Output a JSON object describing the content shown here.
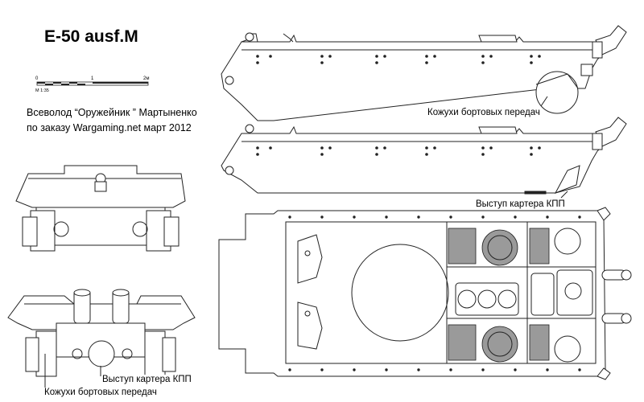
{
  "title": "E-50 ausf.M",
  "credits": {
    "line1": "Всеволод “Оружейник ” Мартыненко",
    "line2": "по заказу Wargaming.net март 2012"
  },
  "scale": {
    "tick_0": "0",
    "tick_1": "1",
    "tick_2": "2м",
    "ratio": "М 1:35"
  },
  "labels": {
    "side_final_drive_covers": "Кожухи бортовых передач",
    "side_gearbox_protrusion": "Выступ картера КПП",
    "rear_gearbox_protrusion": "Выступ картера КПП",
    "rear_final_drive_covers": "Кожухи бортовых передач"
  }
}
